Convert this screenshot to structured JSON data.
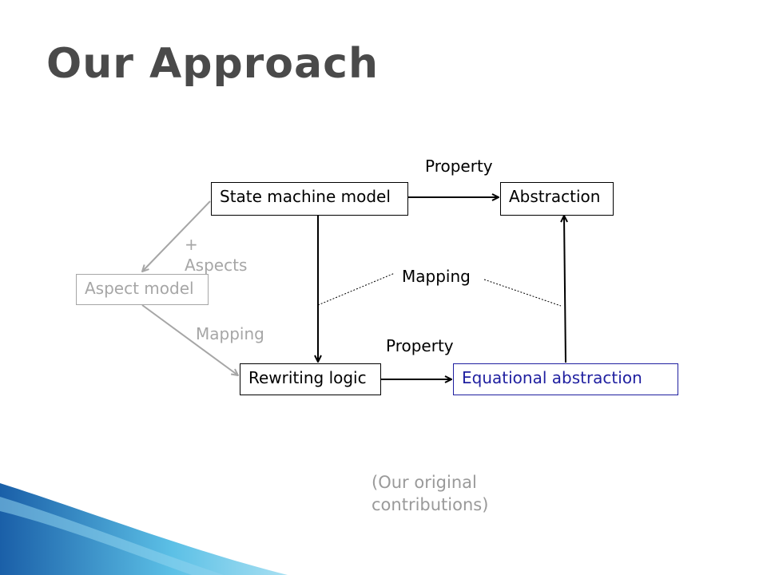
{
  "slide": {
    "title": "Our Approach",
    "note": "(Our original contributions)"
  },
  "nodes": {
    "state_machine": "State machine model",
    "abstraction": "Abstraction",
    "aspect_model": "Aspect model",
    "rewriting_logic": "Rewriting logic",
    "equational_abstraction": "Equational abstraction"
  },
  "edge_labels": {
    "property_top": "Property",
    "property_bottom": "Property",
    "mapping_center": "Mapping",
    "mapping_left": "Mapping",
    "aspects": "+ Aspects"
  },
  "colors": {
    "title": "#4a4a4a",
    "faded": "#a6a6a6",
    "highlight": "#1f1fa0",
    "swoosh_dark": "#1a5fa8",
    "swoosh_light": "#5cc0e6"
  }
}
